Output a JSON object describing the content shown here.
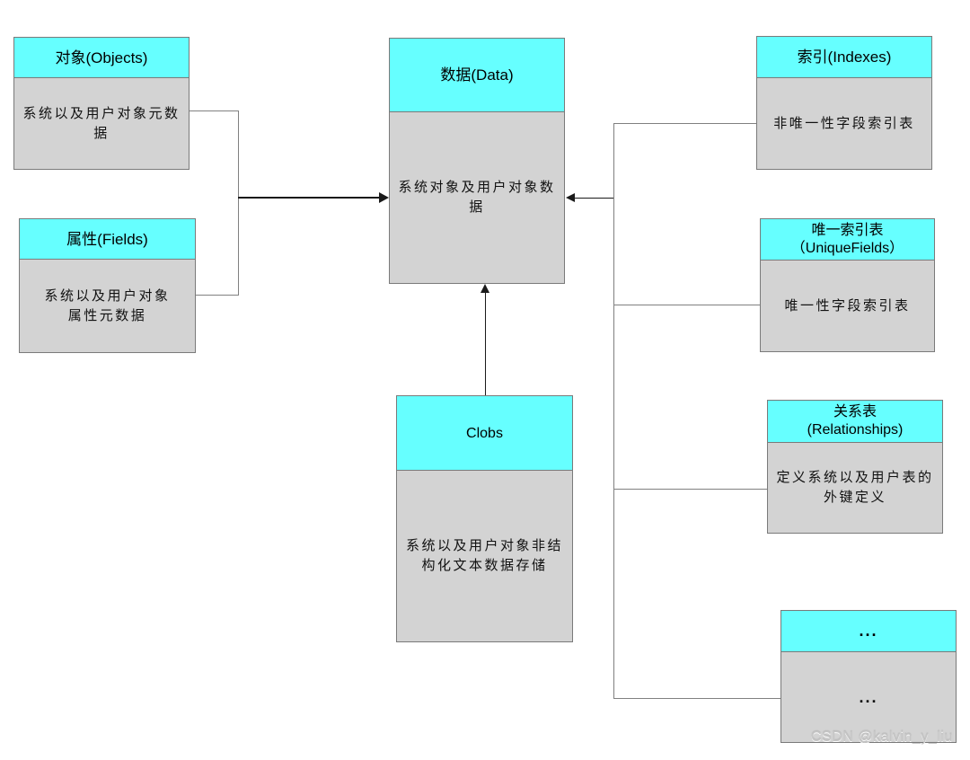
{
  "diagram": {
    "boxes": {
      "objects": {
        "title": "对象(Objects)",
        "body": "系统以及用户对象元数\n据"
      },
      "fields": {
        "title": "属性(Fields)",
        "body": "系统以及用户对象\n属性元数据"
      },
      "data": {
        "title": "数据(Data)",
        "body": "系统对象及用户对象数\n据"
      },
      "clobs": {
        "title": "Clobs",
        "body": "系统以及用户对象非结\n构化文本数据存储"
      },
      "indexes": {
        "title": "索引(Indexes)",
        "body": "非唯一性字段索引表"
      },
      "unique_fields": {
        "title": "唯一索引表\n（UniqueFields）",
        "body": "唯一性字段索引表"
      },
      "relationships": {
        "title": "关系表\n(Relationships)",
        "body": "定义系统以及用户表的\n外键定义"
      },
      "more": {
        "title": "...",
        "body": "..."
      }
    },
    "colors": {
      "header_bg": "#66FFFF",
      "body_bg": "#D3D3D3",
      "border": "#7A7A7A",
      "line": "#808080",
      "arrow": "#1A1A1A"
    },
    "watermark": "CSDN @kalvin_y_liu"
  }
}
